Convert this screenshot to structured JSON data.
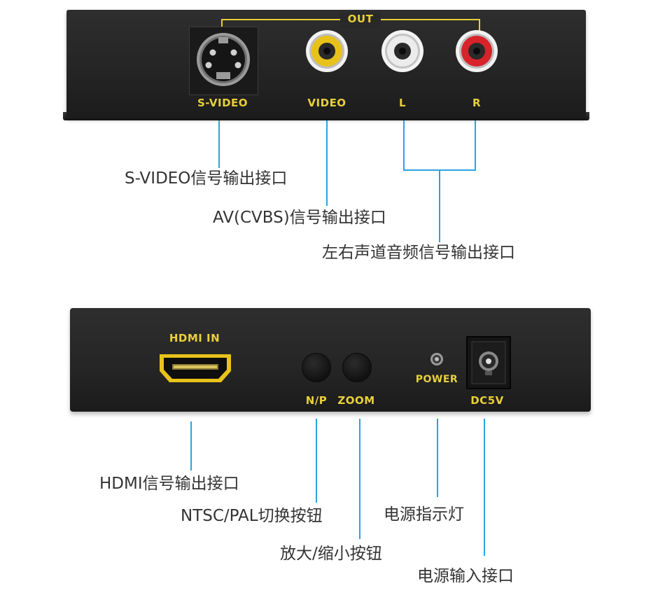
{
  "top_panel": {
    "out_label": "OUT",
    "ports": {
      "svideo": "S-VIDEO",
      "video": "VIDEO",
      "left": "L",
      "right": "R"
    },
    "callouts": {
      "svideo": "S-VIDEO信号输出接口",
      "av": "AV(CVBS)信号输出接口",
      "audio": "左右声道音频信号输出接口"
    }
  },
  "bottom_panel": {
    "ports": {
      "hdmi_in": "HDMI IN",
      "np": "N/P",
      "zoom": "ZOOM",
      "power": "POWER",
      "dc5v": "DC5V"
    },
    "callouts": {
      "hdmi": "HDMI信号输出接口",
      "ntsc_pal": "NTSC/PAL切换按钮",
      "zoom": "放大/缩小按钮",
      "power_led": "电源指示灯",
      "power_input": "电源输入接口"
    }
  },
  "colors": {
    "panel": "#252525",
    "label_yellow": "#e8d03a",
    "leader_blue": "#2aa3e0",
    "rca_yellow": "#e8c21a",
    "rca_white": "#e6e6e6",
    "rca_red": "#d8232a"
  }
}
